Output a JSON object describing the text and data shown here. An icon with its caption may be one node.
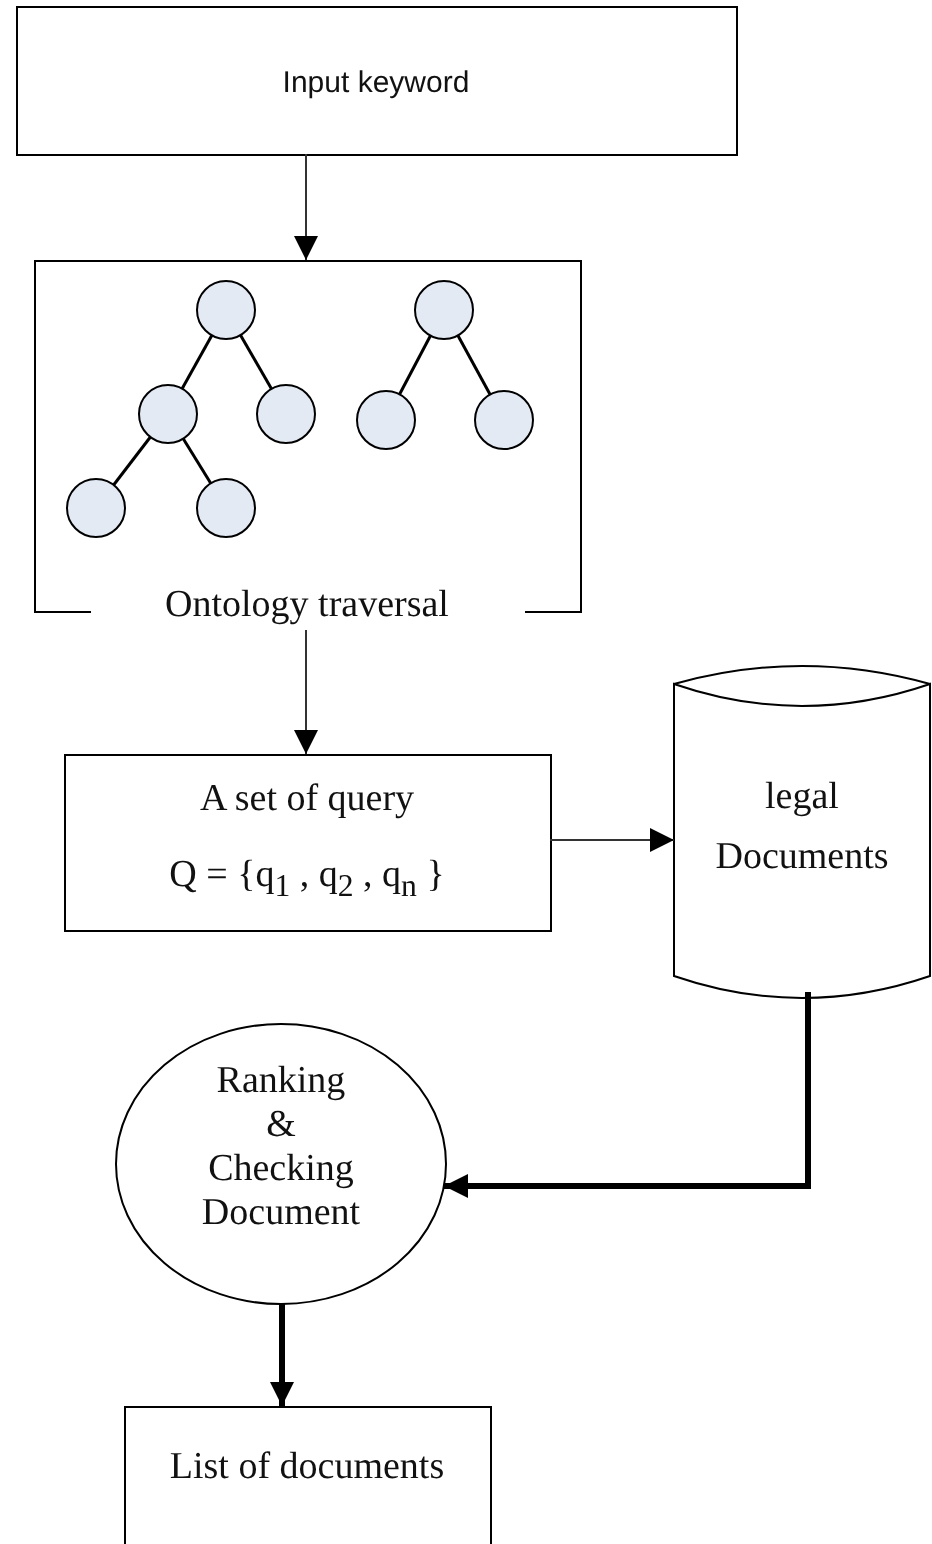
{
  "diagram": {
    "nodes": [
      {
        "text": [
          "Input keyword"
        ]
      },
      {
        "text": [
          "Ontology traversal"
        ]
      },
      {
        "text": [
          "A set of query",
          "Q = {q$_{1}$ , q$_{2}$ , q$_{n}$ }"
        ]
      },
      {
        "text": [
          "legal Documents"
        ]
      },
      {
        "text": [
          "Ranking & Checking Document"
        ]
      },
      {
        "text": [
          "List of documents"
        ]
      }
    ],
    "edges": [
      {
        "from": 0,
        "to": 1,
        "arrow": "to"
      },
      {
        "from": 1,
        "to": 2,
        "arrow": "to"
      },
      {
        "from": 2,
        "to": 3,
        "arrow": "to"
      },
      {
        "from": 3,
        "to": 4,
        "arrow": "to",
        "style": "thick"
      },
      {
        "from": 4,
        "to": 5,
        "arrow": "to",
        "style": "thick"
      }
    ]
  }
}
